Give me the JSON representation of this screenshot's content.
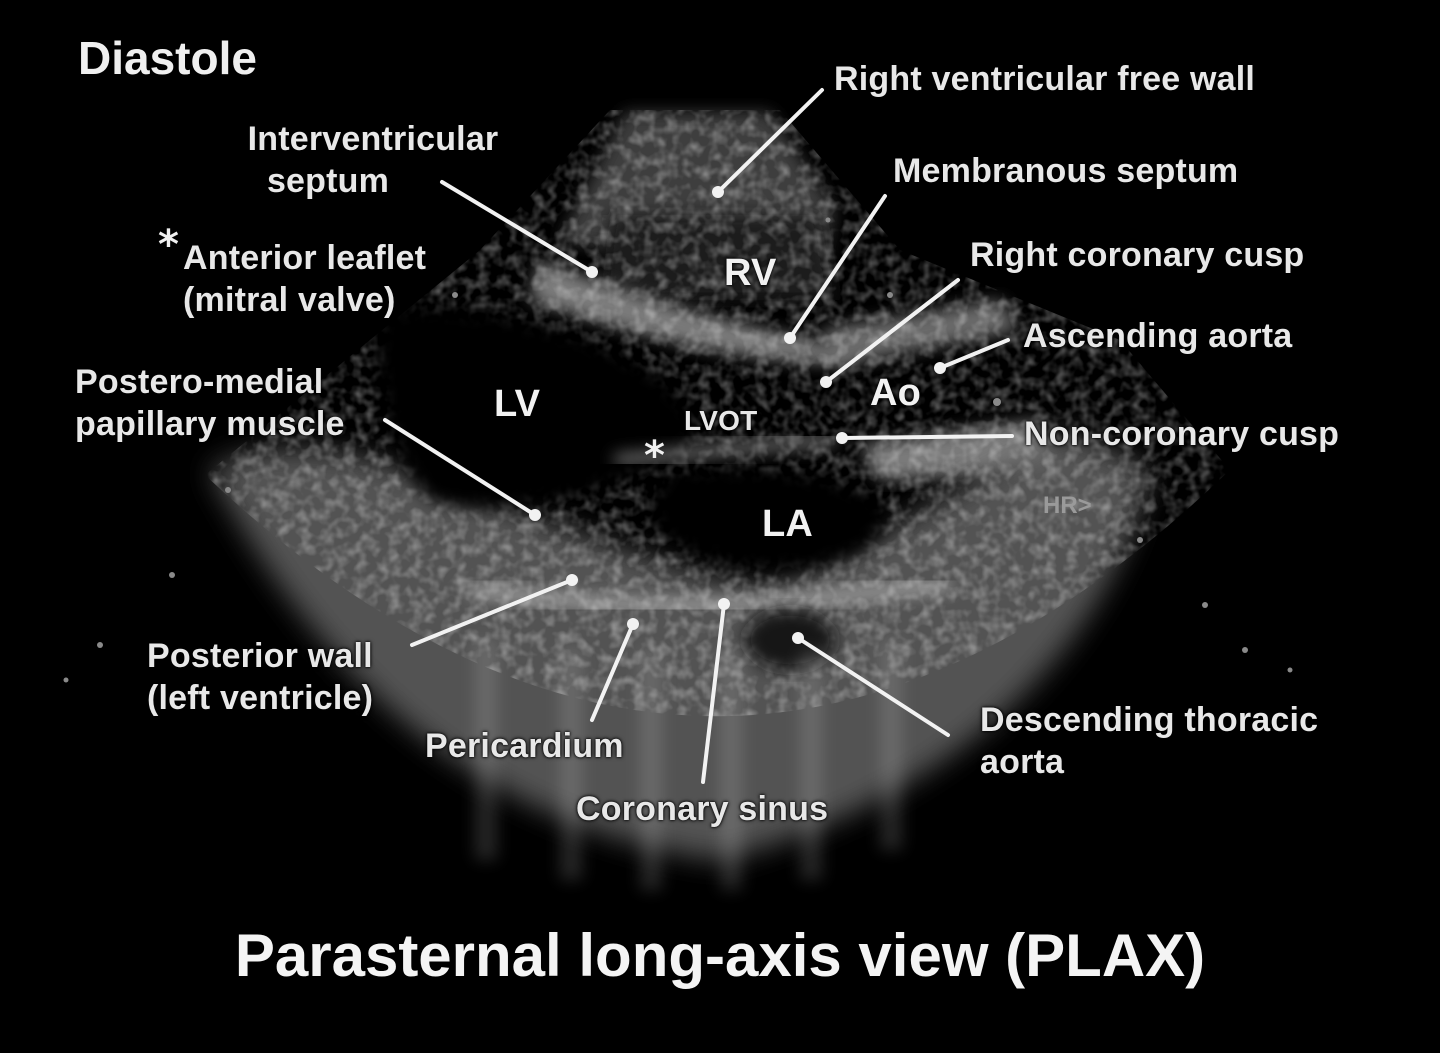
{
  "phase": "Diastole",
  "view_title": "Parasternal long-axis view (PLAX)",
  "chambers": {
    "rv": "RV",
    "lv": "LV",
    "lvot": "LVOT",
    "ao": "Ao",
    "la": "LA"
  },
  "asterisk": "*",
  "hr_mark": "HR>",
  "labels": {
    "rv_free_wall": "Right ventricular free wall",
    "interventricular_septum": [
      "Interventricular",
      "septum"
    ],
    "membranous_septum": "Membranous septum",
    "anterior_leaflet": [
      "Anterior leaflet",
      "(mitral valve)"
    ],
    "right_coronary_cusp": "Right coronary cusp",
    "ascending_aorta": "Ascending aorta",
    "postero_medial_muscle": [
      "Postero-medial",
      "papillary muscle"
    ],
    "non_coronary_cusp": "Non-coronary cusp",
    "posterior_wall": [
      "Posterior wall",
      "(left ventricle)"
    ],
    "pericardium": "Pericardium",
    "coronary_sinus": "Coronary sinus",
    "descending_aorta": [
      "Descending thoracic",
      "aorta"
    ]
  },
  "colors": {
    "background": "#000000",
    "label_text": "#e8e8e8",
    "leader_line": "#f2f2f2"
  }
}
